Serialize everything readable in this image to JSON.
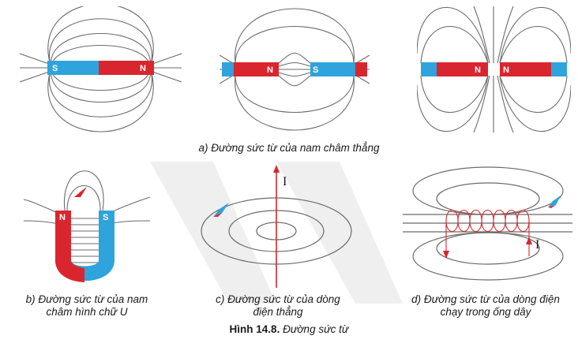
{
  "figure": {
    "number": "Hình 14.8.",
    "title": "Đường sức từ"
  },
  "captions": {
    "a": "a) Đường sức từ của nam châm thẳng",
    "b_line1": "b) Đường sức từ của nam",
    "b_line2": "châm hình chữ U",
    "c_line1": "c) Đường sức từ của dòng",
    "c_line2": "điện thẳng",
    "d_line1": "d) Đường sức từ của dòng điện",
    "d_line2": "chạy trong ống dây"
  },
  "labels": {
    "north": "N",
    "south": "S",
    "current": "I"
  },
  "colors": {
    "north_pole": "#d9262e",
    "south_pole": "#2fa3dc",
    "field_line": "#6b6b6b",
    "wire": "#d9262e"
  }
}
